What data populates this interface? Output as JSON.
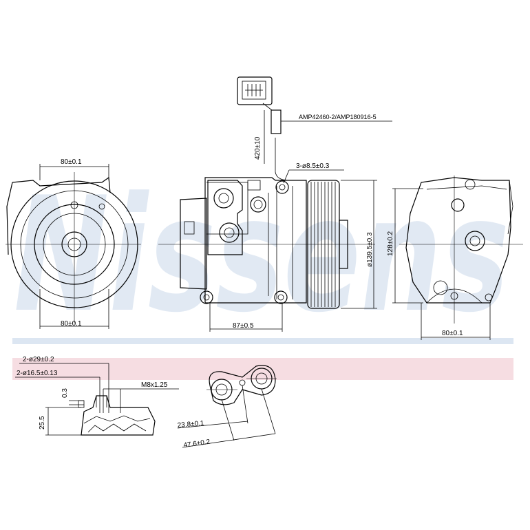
{
  "watermark": {
    "text": "Nissens",
    "color": "#dce6f2"
  },
  "band": {
    "pink": "#f6dde2",
    "blue": "#dce6f2"
  },
  "connector": {
    "label": "AMP42460-2/AMP180916-5",
    "cable_length": "420±10"
  },
  "mounting": {
    "holes": "3-ø8.5±0.3"
  },
  "dimensions": {
    "front_top": "80±0.1",
    "front_bottom": "80±0.1",
    "side_length": "87±0.5",
    "pulley_diameter": "ø139.5±0.3",
    "rear_height": "128±0.2",
    "rear_bottom": "80±0.1"
  },
  "port_detail": {
    "port_large": "2-ø29±0.2",
    "port_small": "2-ø16.5±0.13",
    "thread": "M8x1.25",
    "depth_small": "0.3",
    "height": "25.5",
    "spacing_1": "23.8±0.1",
    "spacing_2": "47.6±0.2"
  }
}
